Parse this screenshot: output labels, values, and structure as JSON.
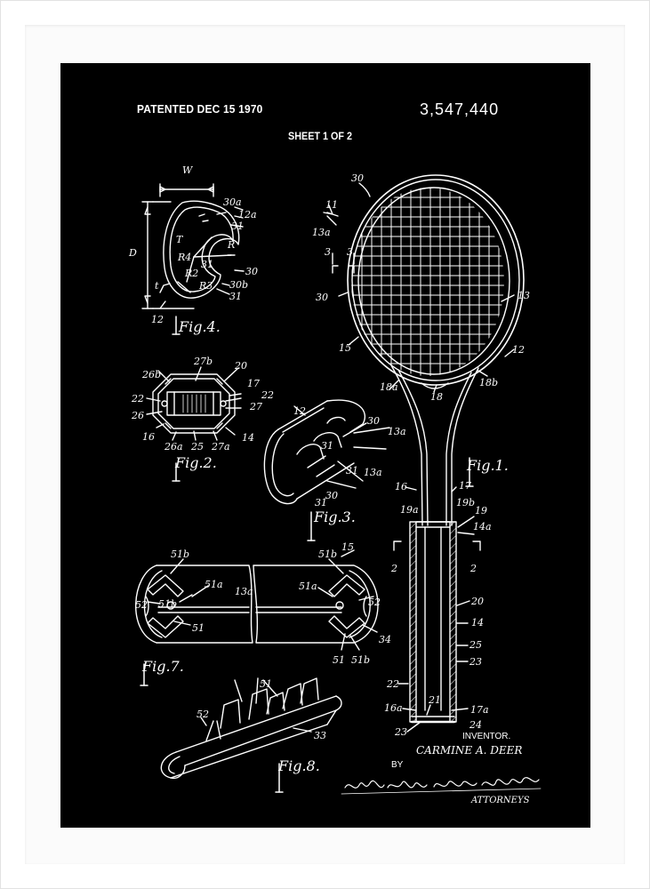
{
  "header": {
    "patented": "PATENTED DEC 15 1970",
    "patent_number": "3,547,440",
    "sheet": "SHEET 1 OF 2"
  },
  "figures": [
    "Fig.1.",
    "Fig.2.",
    "Fig.3.",
    "Fig.4.",
    "Fig.7.",
    "Fig.8."
  ],
  "inventor": {
    "label": "INVENTOR.",
    "name": "CARMINE A. DEER",
    "by": "BY",
    "signature": "Wm. McIlhenny, Brooks & Fitzpatrick",
    "attorneys": "ATTORNEYS"
  },
  "colors": {
    "frame": "#ffffff",
    "mat": "#fbfbfb",
    "poster": "#000000",
    "ink": "#ffffff"
  }
}
